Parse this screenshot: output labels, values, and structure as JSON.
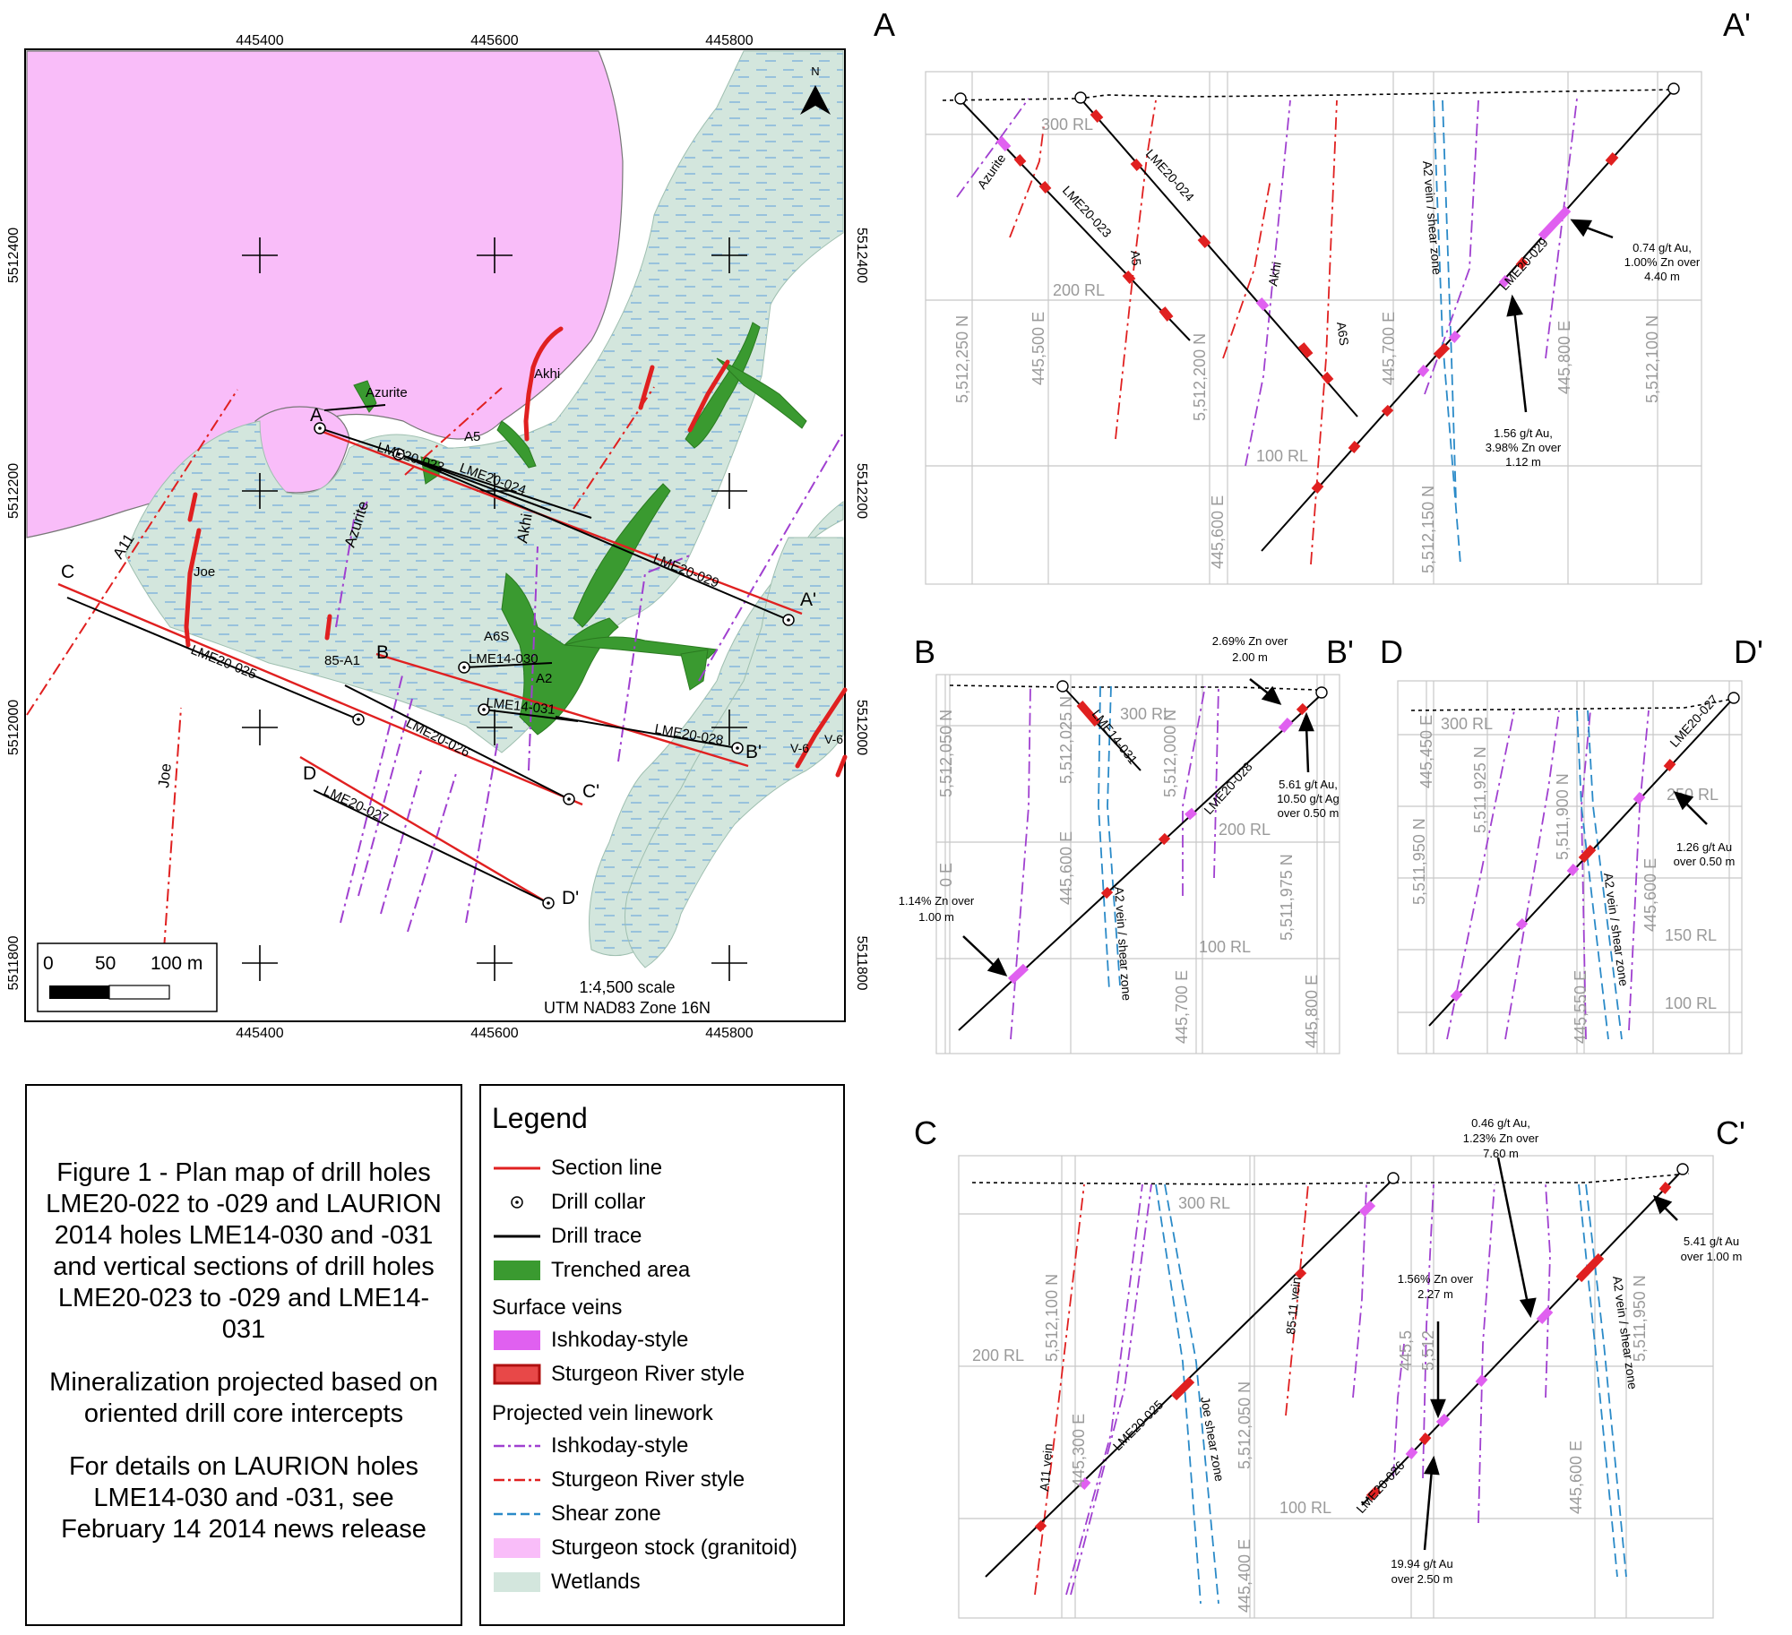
{
  "plan_map": {
    "x_ticks": [
      "445400",
      "445600",
      "445800"
    ],
    "y_ticks": [
      "5512400",
      "5512200",
      "5512000",
      "5511800"
    ],
    "north_label": "N",
    "scale_bar": {
      "labels": [
        "0",
        "50",
        "100 m"
      ]
    },
    "scale_text": "1:4,500 scale",
    "projection_text": "UTM NAD83 Zone 16N",
    "vein_labels": [
      "Azurite",
      "Akhi",
      "A5",
      "Azurite",
      "Akhi",
      "A11",
      "Joe",
      "Joe",
      "A6S",
      "A2",
      "85-A1",
      "V-6",
      "V-6"
    ],
    "section_letters": [
      "A",
      "A'",
      "B",
      "B'",
      "C",
      "C'",
      "D",
      "D'"
    ],
    "hole_labels": [
      "LME20-023",
      "LME20-024",
      "LME20-029",
      "LME20-025",
      "LME14-030",
      "LME14-031",
      "LME20-026",
      "LME20-028",
      "LME20-027"
    ]
  },
  "section_AA": {
    "left_letter": "A",
    "right_letter": "A'",
    "rl_labels": [
      "300 RL",
      "200 RL",
      "100 RL"
    ],
    "grid_labels": [
      "5,512,250 N",
      "445,500 E",
      "5,512,200 N",
      "445,600 E",
      "445,700 E",
      "5,512,150 N",
      "445,800 E",
      "5,512,100 N"
    ],
    "vein_labels": [
      "Azurite",
      "A5",
      "Akhi",
      "A6S",
      "A2 vein / shear zone"
    ],
    "hole_labels": [
      "LME20-023",
      "LME20-024",
      "LME20-029"
    ],
    "annotations": [
      "0.74 g/t Au,",
      "1.00% Zn over",
      "4.40 m",
      "1.56 g/t Au,",
      "3.98% Zn over",
      "1.12 m"
    ]
  },
  "section_BB": {
    "left_letter": "B",
    "right_letter": "B'",
    "rl_labels": [
      "300 RL",
      "200 RL",
      "100 RL"
    ],
    "grid_labels": [
      "5,512,050 N",
      "0 E",
      "5,512,025 N",
      "445,600 E",
      "5,512,000 N",
      "445,700 E",
      "5,511,975 N",
      "445,800 E"
    ],
    "vein_labels": [
      "A2 vein / shear zone"
    ],
    "hole_labels": [
      "LME14-031",
      "LME20-028"
    ],
    "annotations": [
      "2.69% Zn over",
      "2.00 m",
      "5.61 g/t Au,",
      "10.50 g/t Ag",
      "over 0.50 m",
      "1.14% Zn over",
      "1.00 m"
    ]
  },
  "section_DD": {
    "left_letter": "D",
    "right_letter": "D'",
    "rl_labels": [
      "300 RL",
      "250 RL",
      "150 RL",
      "100 RL"
    ],
    "grid_labels": [
      "445,450 E",
      "5,511,950 N",
      "5,511,925 N",
      "5,511,900 N",
      "445,550 E",
      "445,600 E"
    ],
    "vein_labels": [
      "A2 vein / shear zone"
    ],
    "hole_labels": [
      "LME20-027"
    ],
    "annotations": [
      "1.26 g/t Au",
      "over 0.50 m"
    ]
  },
  "section_CC": {
    "left_letter": "C",
    "right_letter": "C'",
    "rl_labels": [
      "300 RL",
      "200 RL",
      "100 RL"
    ],
    "grid_labels": [
      "5,512,100 N",
      "445,300 E",
      "5,512,050 N",
      "445,400 E",
      "445,5",
      "5,512",
      "445,600 E",
      "5,511,950 N"
    ],
    "vein_labels": [
      "A11 vein",
      "Joe shear zone",
      "85-11 vein",
      "A2 vein / shear zone"
    ],
    "hole_labels": [
      "LME20-025",
      "LME20-026"
    ],
    "annotations": [
      "0.46 g/t Au,",
      "1.23% Zn over",
      "7.60 m",
      "1.56% Zn over",
      "2.27 m",
      "5.41 g/t Au",
      "over 1.00 m",
      "19.94 g/t Au",
      "over 2.50 m"
    ]
  },
  "caption": {
    "paragraphs": [
      "Figure 1 - Plan map of drill holes LME20-022 to -029 and LAURION 2014 holes LME14-030 and -031 and vertical sections of drill holes LME20-023 to -029 and LME14-031",
      "Mineralization projected based on oriented drill core intercepts",
      "For details on LAURION holes LME14-030 and -031, see February 14 2014 news release"
    ]
  },
  "legend": {
    "title": "Legend",
    "items": [
      "Section line",
      "Drill collar",
      "Drill trace",
      "Trenched area"
    ],
    "surface_veins_heading": "Surface veins",
    "surface_veins": [
      "Ishkoday-style",
      "Sturgeon River style"
    ],
    "projected_heading": "Projected vein linework",
    "projected": [
      "Ishkoday-style",
      "Sturgeon River style",
      "Shear zone",
      "Sturgeon stock (granitoid)",
      "Wetlands"
    ]
  },
  "colors": {
    "granitoid": "#f9bdf9",
    "wetland": "#d3e6dd",
    "trench": "#3a9a30",
    "sturgeon": "#e02020",
    "ishkoday": "#a040d0",
    "ishkoday_surface": "#e060f0",
    "shear": "#2a8ac8",
    "grid": "#c8c8c8",
    "gridlabel": "#9a9a9a"
  }
}
